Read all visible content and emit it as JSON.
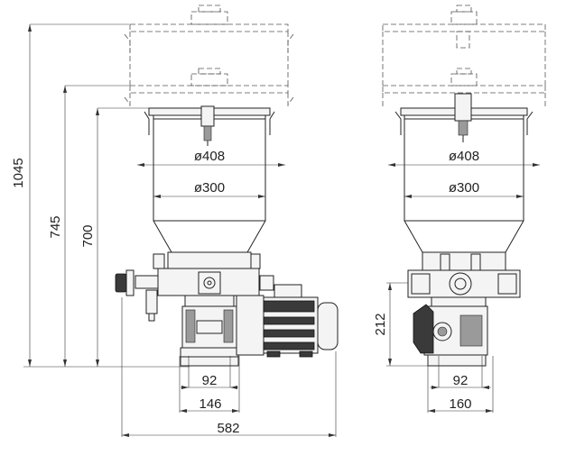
{
  "drawing": {
    "left_view": {
      "dim_total_height": "1045",
      "dim_height_mid": "745",
      "dim_height_low": "700",
      "dim_tank_outer": "ø408",
      "dim_tank_inner": "ø300",
      "dim_base_inner": "92",
      "dim_base_outer": "146",
      "dim_overall_width": "582"
    },
    "right_view": {
      "dim_tank_outer": "ø408",
      "dim_tank_inner": "ø300",
      "dim_pump_height": "212",
      "dim_base_inner": "92",
      "dim_base_outer": "160"
    }
  }
}
